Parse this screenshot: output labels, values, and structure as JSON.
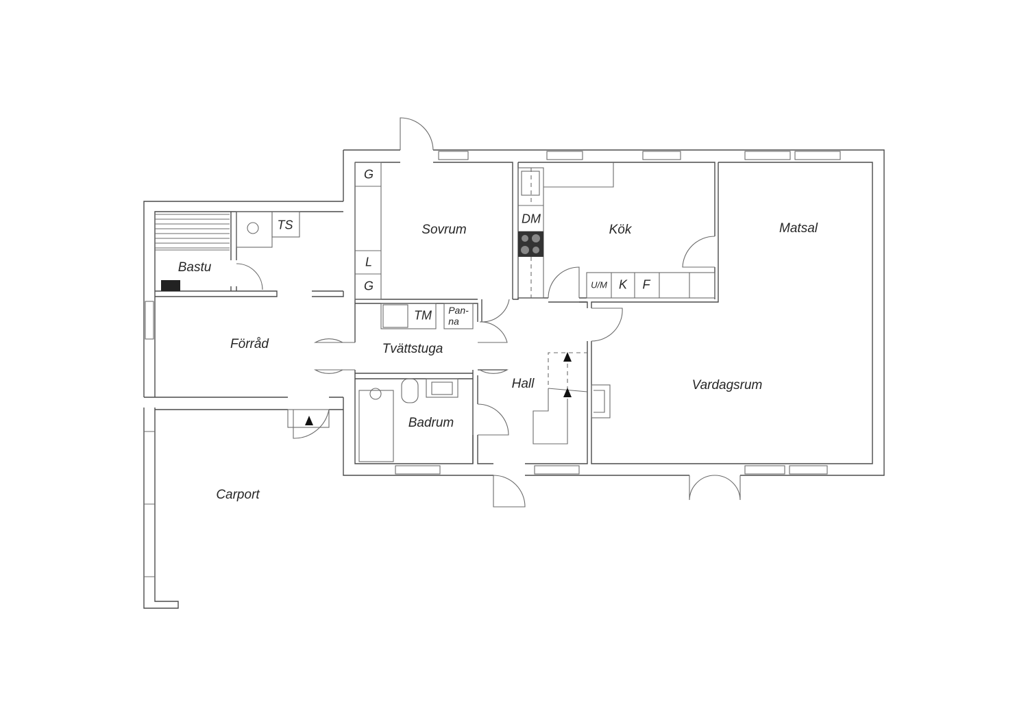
{
  "rooms": {
    "sovrum": "Sovrum",
    "kok": "Kök",
    "matsal": "Matsal",
    "bastu": "Bastu",
    "forrad": "Förråd",
    "tvattstuga": "Tvättstuga",
    "hall": "Hall",
    "vardagsrum": "Vardagsrum",
    "badrum": "Badrum",
    "carport": "Carport"
  },
  "fixtures": {
    "g1": "G",
    "l": "L",
    "g2": "G",
    "ts": "TS",
    "tm": "TM",
    "panna_1": "Pan-",
    "panna_2": "na",
    "dm": "DM",
    "um": "U/M",
    "k": "K",
    "f": "F"
  }
}
